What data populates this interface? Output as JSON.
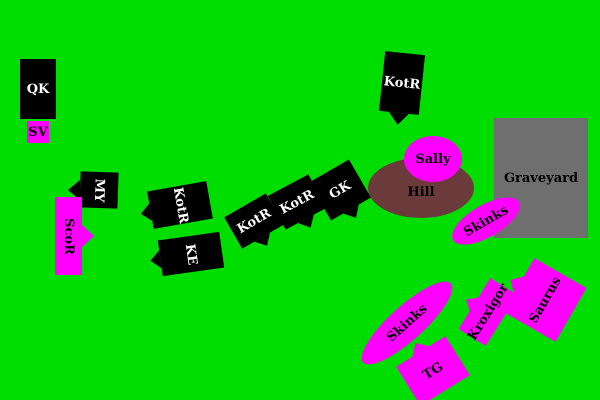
{
  "terrain": {
    "graveyard": "Graveyard",
    "hill": "Hill"
  },
  "units": {
    "qk": "QK",
    "sv": "SV",
    "my": "MY",
    "scor": "ScoR",
    "kotr_left": "KotR",
    "ke": "KE",
    "kotr_mid1": "KotR",
    "kotr_mid2": "KotR",
    "gk": "GK",
    "kotr_top": "KotR",
    "sally": "Sally",
    "skinks_right": "Skinks",
    "skinks_bottom": "Skinks",
    "kroxigor": "Kroxigor",
    "saurus": "Saurus",
    "tg": "TG"
  },
  "colors": {
    "table": "#00dd00",
    "black_army": "#000000",
    "magenta_army": "#ff00ff",
    "graveyard": "#6f6f6f",
    "hill": "#6b3b3b"
  }
}
